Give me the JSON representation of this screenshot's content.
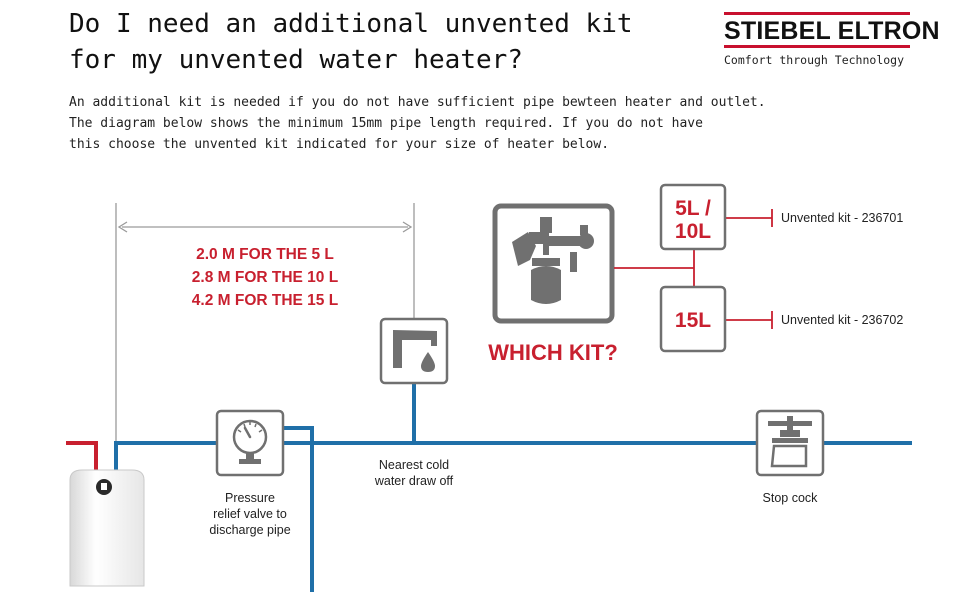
{
  "header": {
    "title_line1": "Do I need an additional unvented kit",
    "title_line2": "for my unvented water heater?",
    "intro_line1": "An additional kit is needed if you do not have sufficient pipe bewteen heater and outlet.",
    "intro_line2": "The diagram below shows the minimum 15mm pipe length required. If you do not have",
    "intro_line3": "this choose the unvented kit indicated for your size of heater below."
  },
  "brand": {
    "name": "STIEBEL ELTRON",
    "tagline": "Comfort through Technology",
    "accent_color": "#c8102e"
  },
  "diagram": {
    "length_5l": "2.0 M FOR THE 5 L",
    "length_10l": "2.8 M FOR THE 10 L",
    "length_15l": "4.2 M FOR THE 15 L",
    "which_kit": "WHICH KIT?",
    "size_small_line1": "5L /",
    "size_small_line2": "10L",
    "size_large": "15L",
    "kit_small": "Unvented kit - 236701",
    "kit_large": "Unvented kit - 236702",
    "pressure_line1": "Pressure",
    "pressure_line2": "relief valve to",
    "pressure_line3": "discharge pipe",
    "nearest_line1": "Nearest cold",
    "nearest_line2": "water draw off",
    "stop_cock": "Stop cock",
    "colors": {
      "red": "#c8202f",
      "pipe_blue": "#1f6fa8",
      "icon_grey": "#707070"
    },
    "icons": [
      "tap-drop-icon",
      "pressure-gauge-icon",
      "unvented-kit-icon",
      "stop-cock-icon",
      "water-heater-image"
    ]
  }
}
